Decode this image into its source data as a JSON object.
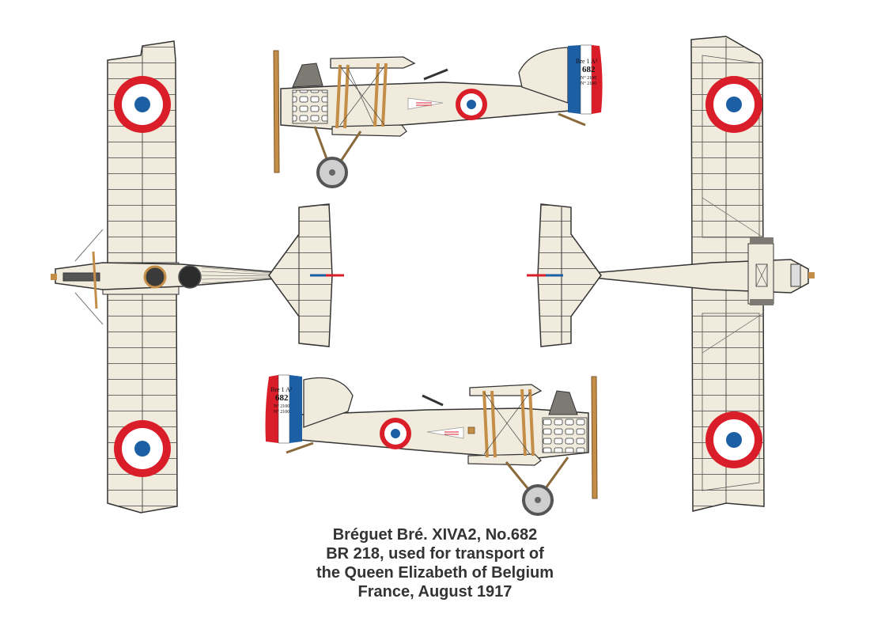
{
  "caption": {
    "lines": [
      "Bréguet Bré. XIVA2, No.682",
      "BR 218, used for transport of",
      "the Queen Elizabeth of Belgium",
      "France, August 1917"
    ]
  },
  "tail_marking": {
    "unit": "Bre 1 A²",
    "number": "682",
    "detail_1": "N° 2100",
    "detail_2": "N° 2100"
  },
  "colors": {
    "fabric": "#f0ebdc",
    "outline": "#333333",
    "roundel_red": "#d91e2a",
    "roundel_blue": "#1d5fa5",
    "wood": "#c58e48",
    "metal": "#7d7a74"
  },
  "icons": {
    "roundel": "roundel-icon",
    "rudder_flag": "tricolour-rudder-icon"
  }
}
